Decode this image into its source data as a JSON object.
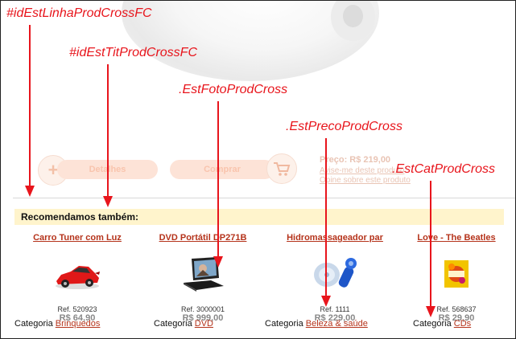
{
  "background": {
    "buttons": [
      "Detalhes",
      "Comprar"
    ],
    "price_line": "Preço: R$ 219,00",
    "link1": "Avise-me deste produto",
    "link2": "Opine sobre este produto"
  },
  "section": {
    "title": "Recomendamos também:"
  },
  "products": [
    {
      "name": "Carro Tuner com Luz",
      "ref": "Ref. 520923",
      "price": "R$ 64,90",
      "category_label": "Categoria",
      "category": "Brinquedos",
      "icon": "toy-car-icon"
    },
    {
      "name": "DVD Portátil DP271B",
      "ref": "Ref. 3000001",
      "price": "R$ 999,00",
      "category_label": "Categoria",
      "category": "DVD",
      "icon": "portable-dvd-icon"
    },
    {
      "name": "Hidromassageador par",
      "ref": "Ref. 1111",
      "price": "R$ 229,00",
      "category_label": "Categoria",
      "category": "Beleza & saúde",
      "icon": "massager-icon"
    },
    {
      "name": "Love - The Beatles",
      "ref": "Ref. 568637",
      "price": "R$ 29,90",
      "category_label": "Categoria",
      "category": "CDs",
      "icon": "cd-cover-icon"
    }
  ],
  "annotations": [
    "#idEstLinhaProdCrossFC",
    "#idEstTitProdCrossFC",
    ".EstFotoProdCross",
    ".EstPrecoProdCross",
    ".EstCatProdCross"
  ],
  "colors": {
    "annotation": "#e8151c",
    "link": "#b5331b",
    "banner": "#fff4cc"
  }
}
